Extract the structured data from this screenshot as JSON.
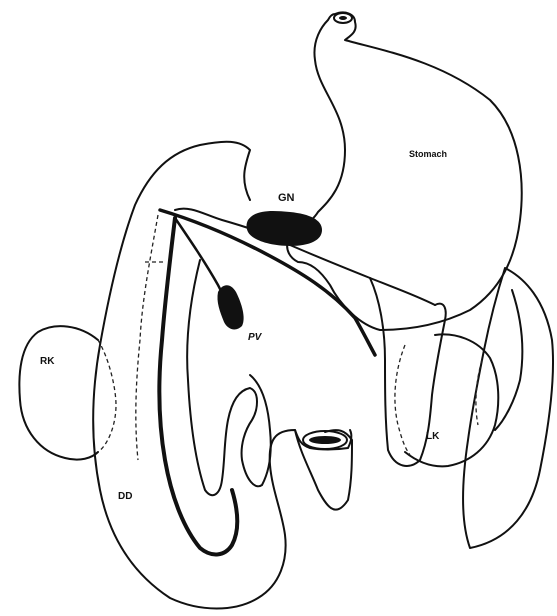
{
  "labels": {
    "stomach": "Stomach",
    "gn": "GN",
    "pv": "PV",
    "rk": "RK",
    "lk": "LK",
    "dd": "DD"
  },
  "colors": {
    "ink": "#111111",
    "background": "#ffffff"
  }
}
